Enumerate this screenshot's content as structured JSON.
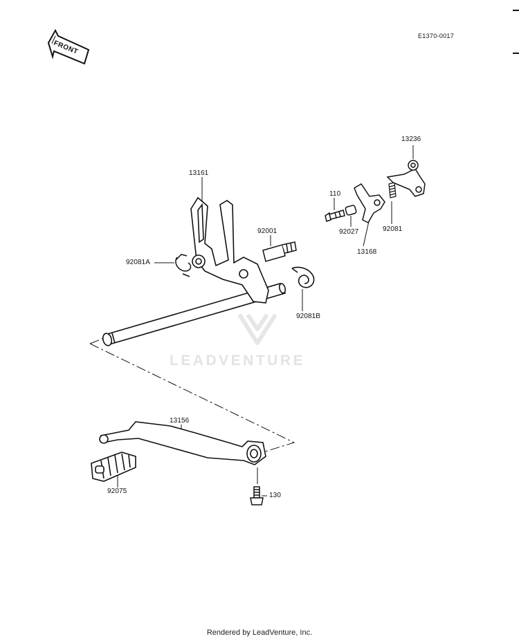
{
  "diagram_code": "E1370-0017",
  "direction_badge": "FRONT",
  "watermark": "LEADVENTURE",
  "footer": "Rendered by LeadVenture, Inc.",
  "parts": {
    "p13236": "13236",
    "p13161": "13161",
    "p110": "110",
    "p92001": "92001",
    "p92027": "92027",
    "p92081": "92081",
    "p13168": "13168",
    "p92081A": "92081A",
    "p92081B": "92081B",
    "p13156": "13156",
    "p92075": "92075",
    "p130": "130"
  }
}
